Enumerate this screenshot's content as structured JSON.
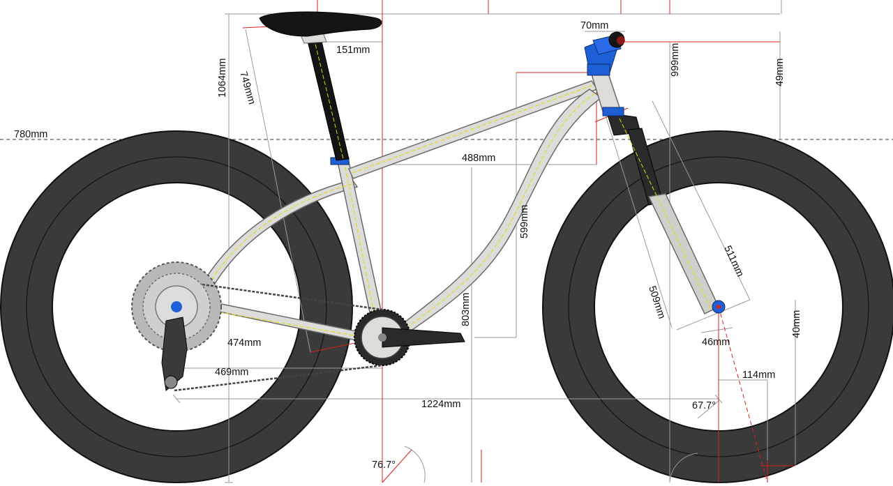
{
  "drawing": {
    "subject": "fat bike frame geometry",
    "colors": {
      "background": "#ffffff",
      "tire": "#3a3a3a",
      "tire_outline": "#111111",
      "frame": "#dcdcd8",
      "frame_outline": "#6a6a6a",
      "centerline": "#e3d900",
      "dimension_red": "#d9201a",
      "dimension_gray": "#9a9a9a",
      "headset_blue": "#1f5fd6",
      "seatpost": "#141414",
      "fork_lower": "#cfcfcc",
      "fork_upper": "#2a2a2a"
    }
  },
  "dimensions": {
    "stack_height": "1064mm",
    "seat_tube_length": "749mm",
    "saddle_setback": "151mm",
    "stem_length": "70mm",
    "bar_height": "999mm",
    "stem_rise": "49mm",
    "standover_line": "780mm",
    "reach": "488mm",
    "frame_stack": "599mm",
    "fork_length_top": "511mm",
    "fork_length_axle": "509mm",
    "bb_height": "803mm",
    "chainstay": "474mm",
    "chainstay_horizontal": "469mm",
    "wheelbase": "1224mm",
    "fork_offset": "46mm",
    "trail": "114mm",
    "axle_drop": "40mm",
    "head_angle": "67.7°",
    "seat_angle": "76.7°"
  }
}
